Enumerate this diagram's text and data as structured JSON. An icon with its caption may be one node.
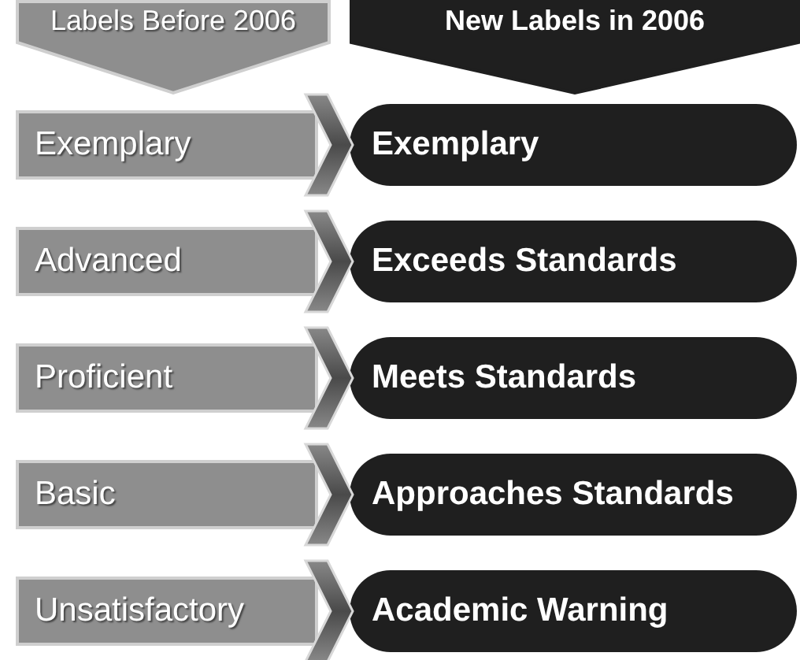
{
  "diagram": {
    "nodes": [
      {
        "text": [
          "Labels Before 2006"
        ]
      },
      {
        "text": [
          "New Labels in 2006"
        ]
      },
      {
        "text": [
          "Exemplary"
        ]
      },
      {
        "text": [
          "Exemplary"
        ]
      },
      {
        "text": [
          "Advanced"
        ]
      },
      {
        "text": [
          "Exceeds Standards"
        ]
      },
      {
        "text": [
          "Proficient"
        ]
      },
      {
        "text": [
          "Meets Standards"
        ]
      },
      {
        "text": [
          "Basic"
        ]
      },
      {
        "text": [
          "Approaches Standards"
        ]
      },
      {
        "text": [
          "Unsatisfactory"
        ]
      },
      {
        "text": [
          "Academic Warning"
        ]
      }
    ],
    "edges": [
      {
        "from": 2,
        "to": 3,
        "arrow": "to"
      },
      {
        "from": 4,
        "to": 5,
        "arrow": "to"
      },
      {
        "from": 6,
        "to": 7,
        "arrow": "to"
      },
      {
        "from": 8,
        "to": 9,
        "arrow": "to"
      },
      {
        "from": 10,
        "to": 11,
        "arrow": "to"
      }
    ]
  }
}
